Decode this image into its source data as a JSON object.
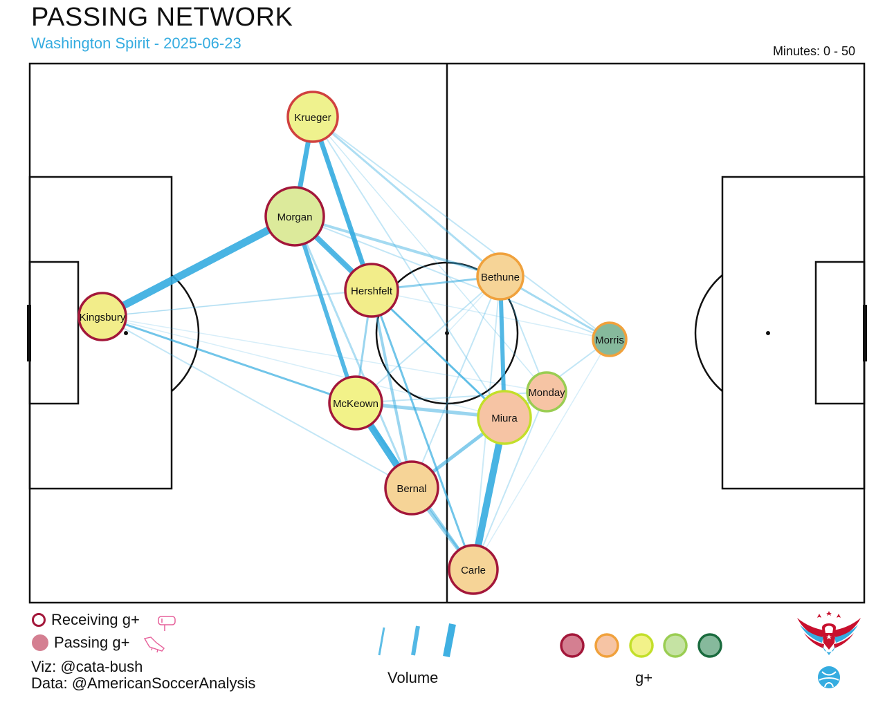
{
  "header": {
    "title": "PASSING NETWORK",
    "subtitle": "Washington Spirit - 2025-06-23",
    "minutes": "Minutes: 0 - 50"
  },
  "colors": {
    "accent": "#35ace0",
    "edge": "#35ace0",
    "ring_dark_red": "#a3173a",
    "ring_red": "#d0413f",
    "ring_orange": "#f0a13c",
    "ring_yellow_green": "#c3df2a",
    "ring_green": "#9acd52",
    "ring_dark_green": "#1a6b3e"
  },
  "players": [
    {
      "name": "Krueger",
      "fill": "#eff28e",
      "ring": "#d0413f"
    },
    {
      "name": "Morgan",
      "fill": "#dcea9b",
      "ring": "#a3173a"
    },
    {
      "name": "Hershfelt",
      "fill": "#f2ed8a",
      "ring": "#a3173a"
    },
    {
      "name": "Kingsbury",
      "fill": "#f2ed8a",
      "ring": "#a3173a"
    },
    {
      "name": "McKeown",
      "fill": "#f2f289",
      "ring": "#a3173a"
    },
    {
      "name": "Bernal",
      "fill": "#f6d497",
      "ring": "#a3173a"
    },
    {
      "name": "Carle",
      "fill": "#f6d497",
      "ring": "#a3173a"
    },
    {
      "name": "Bethune",
      "fill": "#f6d497",
      "ring": "#f0a13c"
    },
    {
      "name": "Morris",
      "fill": "#86b99c",
      "ring": "#f0a13c"
    },
    {
      "name": "Monday",
      "fill": "#f6c4a4",
      "ring": "#9acd52"
    },
    {
      "name": "Miura",
      "fill": "#f6c4a4",
      "ring": "#c3df2a"
    }
  ],
  "legend": {
    "receiving": "Receiving g+",
    "passing": "Passing g+",
    "volume_label": "Volume",
    "gplus_label": "g+",
    "gplus_swatches": [
      {
        "fill": "#d47f91",
        "ring": "#a3173a"
      },
      {
        "fill": "#f6c4a4",
        "ring": "#f0a13c"
      },
      {
        "fill": "#f2f289",
        "ring": "#c3df2a"
      },
      {
        "fill": "#c5e3a3",
        "ring": "#9acd52"
      },
      {
        "fill": "#86b99c",
        "ring": "#1a6b3e"
      }
    ]
  },
  "credits": {
    "viz": "Viz: @cata-bush",
    "data": "Data: @AmericanSoccerAnalysis"
  }
}
